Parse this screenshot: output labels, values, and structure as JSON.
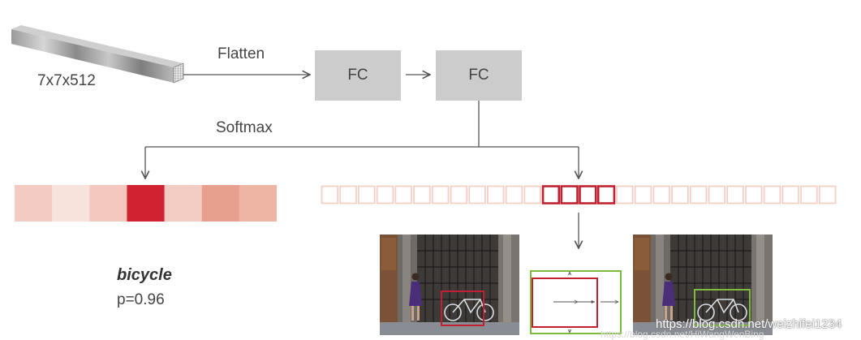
{
  "labels": {
    "tensor": "7x7x512",
    "flatten": "Flatten",
    "softmax": "Softmax",
    "fc1": "FC",
    "fc2": "FC"
  },
  "classification": {
    "class_name": "bicycle",
    "probability": "p=0.96",
    "cells": [
      "#f4cbc2",
      "#f8e3dc",
      "#f2c8bf",
      "#cf2332",
      "#f3cdc3",
      "#e8a08e",
      "#eeb4a4"
    ]
  },
  "regression": {
    "cell_count": 28,
    "highlight_start": 12,
    "highlight_count": 4,
    "cell_color": "#f5cfc5",
    "highlight_color": "#c0202f"
  },
  "colors": {
    "arrow": "#555555",
    "fc_box": "#cccccc",
    "pred_box": "#c0202f",
    "gt_box": "#7dbb3c"
  },
  "watermark": {
    "main": "https://blog.csdn.net/weizhifei1234",
    "ghost": "https://blog.csdn.net/HiWangWenBing"
  }
}
